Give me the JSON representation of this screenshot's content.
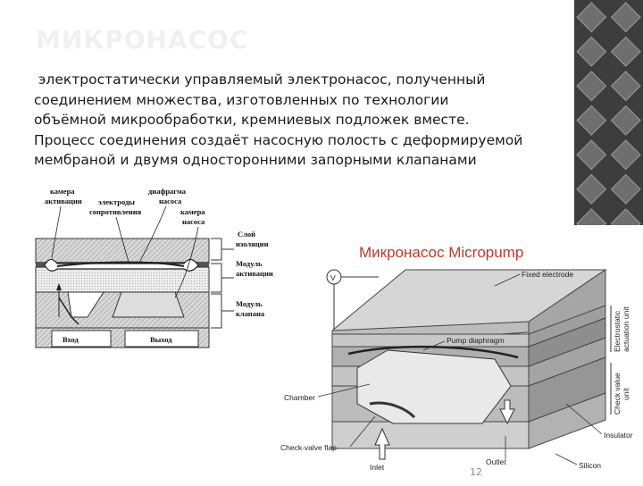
{
  "title": "МИКРОНАСОС",
  "body_lines": [
    " электростатически управляемый электронасос, полученный",
    "соединением множества, изготовленных по технологии",
    "объёмной микрообработки, кремниевых подложек вместе.",
    "Процесс соединения создаёт насосную полость с деформируемой",
    "мембраной и двумя односторонними запорными клапанами"
  ],
  "left_figure": {
    "labels": {
      "chamber_act_1": "камера",
      "chamber_act_2": "активации",
      "electrodes_1": "электроды",
      "electrodes_2": "сопротивления",
      "diaphragm_1": "диафрагма",
      "diaphragm_2": "насоса",
      "pump_chamber_1": "камера",
      "pump_chamber_2": "насоса",
      "insulation_1": "Слой",
      "insulation_2": "изоляции",
      "act_module_1": "Модуль",
      "act_module_2": "активации",
      "valve_module_1": "Модуль",
      "valve_module_2": "клапана",
      "inlet": "Вход",
      "outlet": "Выход"
    }
  },
  "right_figure": {
    "title": "Микронасос Micropump",
    "title_color": "#c0392b",
    "labels": {
      "voltage": "V",
      "fixed_electrode": "Fixed electrode",
      "pump_diaphragm": "Pump diaphragm",
      "electrostatic_1": "Electrostatic",
      "electrostatic_2": "actuation unit",
      "check_valve_1": "Check value",
      "check_valve_2": "unit",
      "chamber": "Chamber",
      "insulator": "Insulator",
      "check_valve_flap": "Check-valve flap",
      "inlet": "Inlet",
      "outlet": "Outlet",
      "silicon": "Silicon"
    }
  },
  "slide_number": "12"
}
